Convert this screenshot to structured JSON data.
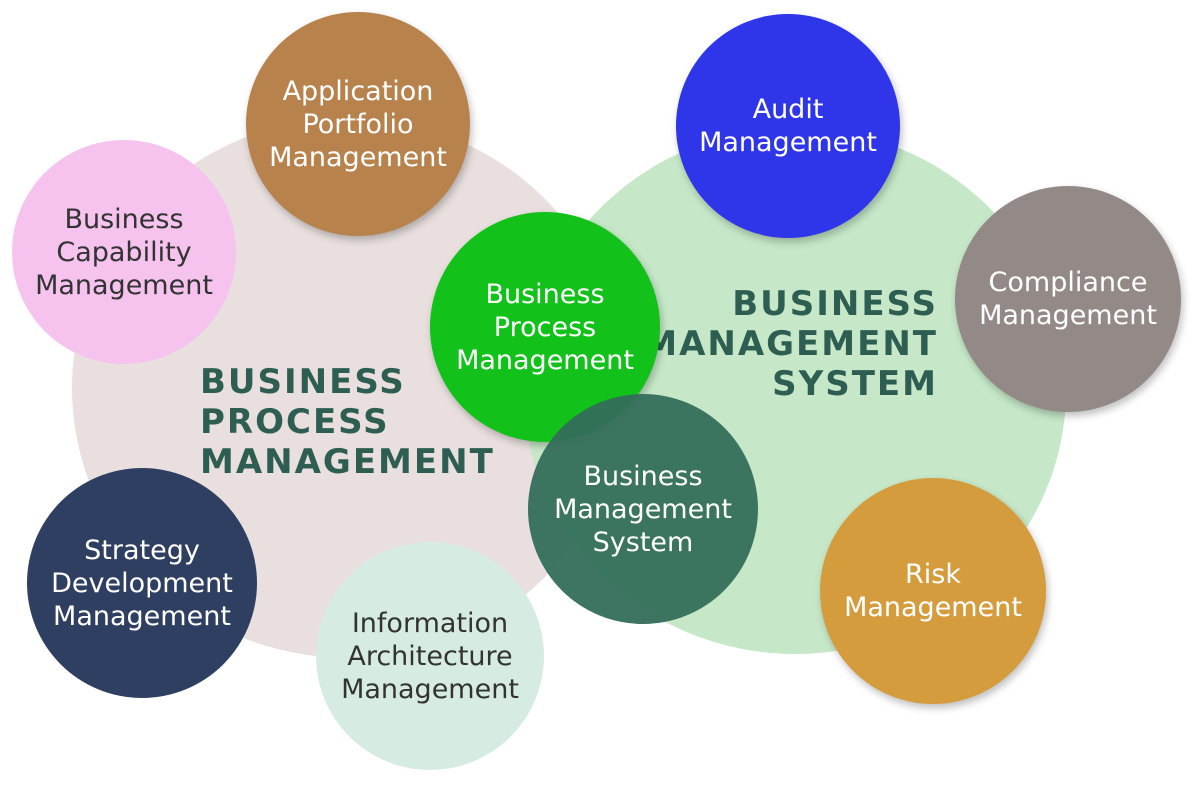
{
  "diagram": {
    "groups": {
      "bpm": {
        "label": "BUSINESS\nPROCESS\nMANAGEMENT",
        "color": "#e9dfdf",
        "label_color": "#2e5e52"
      },
      "bms": {
        "label": "BUSINESS\nMANAGEMENT\nSYSTEM",
        "color": "#c6e8c8",
        "label_color": "#2e5e52"
      }
    },
    "nodes": {
      "application_portfolio": {
        "label": "Application\nPortfolio\nManagement",
        "color": "#b8824d",
        "text_color": "#ffffff"
      },
      "business_capability": {
        "label": "Business\nCapability\nManagement",
        "color": "#f6c3ef",
        "text_color": "#333333"
      },
      "business_process": {
        "label": "Business\nProcess\nManagement",
        "color": "#12c21a",
        "text_color": "#ffffff"
      },
      "business_management_system": {
        "label": "Business\nManagement\nSystem",
        "color": "#3c7462",
        "text_color": "#ffffff"
      },
      "strategy_development": {
        "label": "Strategy\nDevelopment\nManagement",
        "color": "#2f3f62",
        "text_color": "#ffffff"
      },
      "information_architecture": {
        "label": "Information\nArchitecture\nManagement",
        "color": "#d6ece3",
        "text_color": "#333333"
      },
      "audit": {
        "label": "Audit\nManagement",
        "color": "#2f35e8",
        "text_color": "#ffffff"
      },
      "compliance": {
        "label": "Compliance\nManagement",
        "color": "#938a87",
        "text_color": "#ffffff"
      },
      "risk": {
        "label": "Risk\nManagement",
        "color": "#d59c3e",
        "text_color": "#ffffff"
      }
    }
  }
}
